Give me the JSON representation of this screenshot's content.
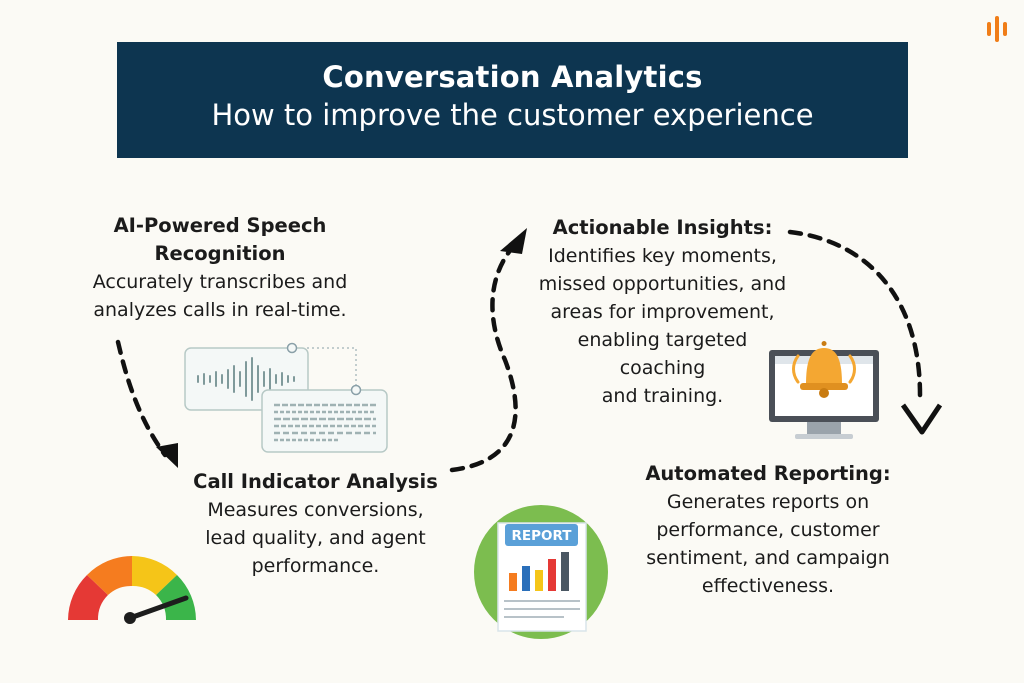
{
  "header": {
    "title": "Conversation Analytics",
    "subtitle": "How to improve the customer experience"
  },
  "blocks": {
    "speech": {
      "heading": "AI-Powered Speech\nRecognition",
      "body": "Accurately transcribes and\nanalyzes calls in real-time."
    },
    "insights": {
      "heading": "Actionable Insights:",
      "body": "Identifies key moments,\nmissed opportunities, and\nareas for improvement,\nenabling targeted\ncoaching\nand training."
    },
    "call_indicator": {
      "heading": "Call Indicator Analysis",
      "body": "Measures conversions,\nlead quality, and agent\nperformance."
    },
    "reporting": {
      "heading": "Automated Reporting:",
      "body": "Generates reports on\nperformance, customer\nsentiment, and campaign\neffectiveness."
    }
  },
  "report_icon": {
    "label": "REPORT"
  },
  "icons": [
    "brand-logo-icon",
    "transcript-icon",
    "report-icon",
    "monitor-bell-icon",
    "gauge-icon"
  ],
  "colors": {
    "banner": "#0d3550",
    "background": "#fbfaf5",
    "logo": "#f07d18",
    "report_circle": "#7cbd4f",
    "bell": "#f4a732",
    "gauge_red": "#e53935",
    "gauge_orange": "#f57c1f",
    "gauge_yellow": "#f5c518",
    "gauge_green": "#3bb54a"
  }
}
